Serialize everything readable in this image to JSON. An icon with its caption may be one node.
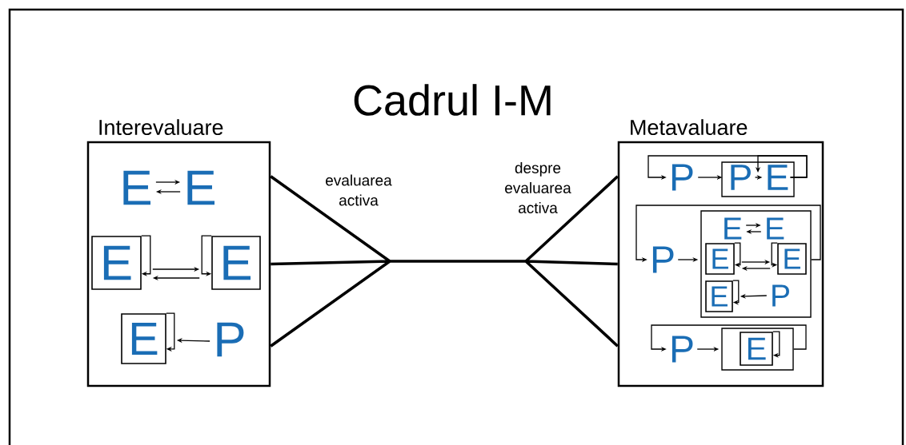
{
  "diagram": {
    "title": "Cadrul I-M",
    "nodes": [
      {
        "text": [
          "Interevaluare"
        ]
      },
      {
        "text": [
          "Metavaluare"
        ]
      },
      {
        "text": [
          "E"
        ],
        "in": 0
      },
      {
        "text": [
          "E"
        ],
        "in": 0
      },
      {
        "text": [
          "E"
        ],
        "in": 0
      },
      {
        "text": [
          "E"
        ],
        "in": 0
      },
      {
        "text": [
          "E"
        ],
        "in": 0
      },
      {
        "text": [
          "P"
        ],
        "in": 0
      },
      {
        "text": [
          "P"
        ],
        "in": 1
      },
      {
        "text": [],
        "shape": "box",
        "in": 1
      },
      {
        "text": [
          "P"
        ],
        "in": 9
      },
      {
        "text": [
          "E"
        ],
        "in": 9
      },
      {
        "text": [
          "P"
        ],
        "in": 1
      },
      {
        "text": [],
        "shape": "box",
        "in": 1
      },
      {
        "text": [
          "E"
        ],
        "in": 13
      },
      {
        "text": [
          "E"
        ],
        "in": 13
      },
      {
        "text": [
          "E"
        ],
        "in": 13
      },
      {
        "text": [
          "E"
        ],
        "in": 13
      },
      {
        "text": [
          "E"
        ],
        "in": 13
      },
      {
        "text": [
          "P"
        ],
        "in": 13
      },
      {
        "text": [
          "P"
        ],
        "in": 1
      },
      {
        "text": [],
        "shape": "box",
        "in": 1
      },
      {
        "text": [
          "E"
        ],
        "in": 21
      }
    ],
    "edges": [
      {
        "from": 0,
        "to": 1,
        "arrow": "none",
        "style": "thick"
      },
      {
        "from": 2,
        "to": 3,
        "arrow": "to"
      },
      {
        "from": 3,
        "to": 2,
        "arrow": "to"
      },
      {
        "from": 4,
        "to": 4,
        "arrow": "to"
      },
      {
        "from": 5,
        "to": 5,
        "arrow": "to"
      },
      {
        "from": 4,
        "to": 5,
        "arrow": "to"
      },
      {
        "from": 5,
        "to": 4,
        "arrow": "to"
      },
      {
        "from": 6,
        "to": 6,
        "arrow": "to"
      },
      {
        "from": 7,
        "to": 6,
        "arrow": "to"
      },
      {
        "from": 8,
        "to": 10,
        "arrow": "to"
      },
      {
        "from": 10,
        "to": 11,
        "arrow": "to"
      },
      {
        "from": 11,
        "to": 8,
        "arrow": "to"
      },
      {
        "from": 11,
        "to": 10,
        "arrow": "to"
      },
      {
        "from": 12,
        "to": 13,
        "arrow": "to"
      },
      {
        "from": 13,
        "to": 12,
        "arrow": "to"
      },
      {
        "from": 14,
        "to": 15,
        "arrow": "to"
      },
      {
        "from": 15,
        "to": 14,
        "arrow": "to"
      },
      {
        "from": 16,
        "to": 16,
        "arrow": "to"
      },
      {
        "from": 17,
        "to": 17,
        "arrow": "to"
      },
      {
        "from": 16,
        "to": 17,
        "arrow": "to"
      },
      {
        "from": 17,
        "to": 16,
        "arrow": "to"
      },
      {
        "from": 18,
        "to": 18,
        "arrow": "to"
      },
      {
        "from": 19,
        "to": 18,
        "arrow": "to"
      },
      {
        "from": 20,
        "to": 21,
        "arrow": "to"
      },
      {
        "from": 21,
        "to": 20,
        "arrow": "to"
      },
      {
        "from": 22,
        "to": 22,
        "arrow": "to"
      }
    ],
    "labels": [
      "evaluarea activa",
      "despre evaluarea activa"
    ]
  }
}
